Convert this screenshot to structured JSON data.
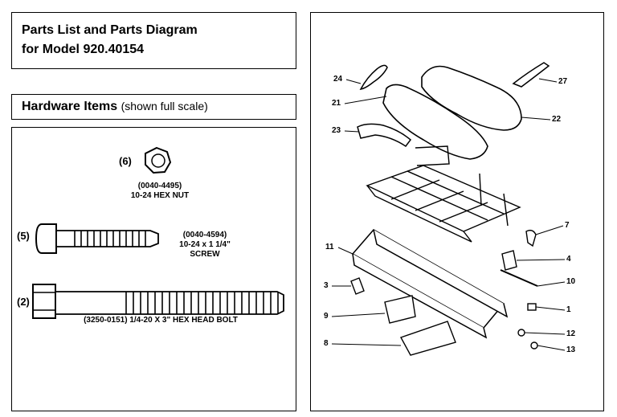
{
  "title": {
    "line1": "Parts List and Parts Diagram",
    "line2": "for Model 920.40154"
  },
  "hardware": {
    "heading": "Hardware Items",
    "note": "(shown full scale)",
    "items": [
      {
        "qty": "(6)",
        "part_no": "(0040-4495)",
        "desc": "10-24 HEX NUT"
      },
      {
        "qty": "(5)",
        "part_no": "(0040-4594)",
        "desc1": "10-24 x 1 1/4\"",
        "desc2": "SCREW"
      },
      {
        "qty": "(2)",
        "label": "(3250-0151) 1/4-20 X 3\" HEX HEAD BOLT"
      }
    ]
  },
  "diagram": {
    "callouts": [
      "24",
      "27",
      "21",
      "22",
      "23",
      "7",
      "11",
      "4",
      "3",
      "10",
      "1",
      "9",
      "12",
      "8",
      "13"
    ]
  }
}
